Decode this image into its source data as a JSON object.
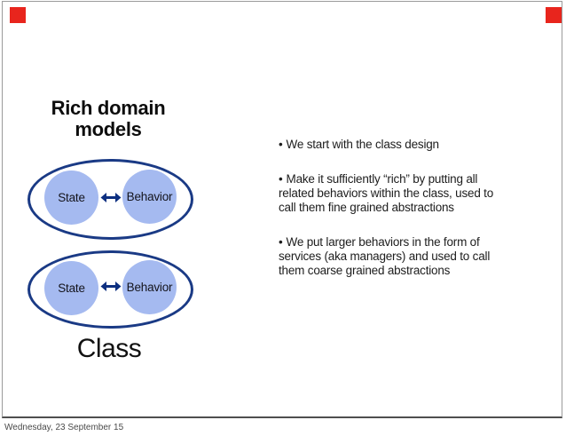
{
  "theme": {
    "slide_bg": "#ffffff",
    "border_color": "#9b9b9b",
    "border_bottom_color": "#4f4f4f",
    "marker_red": "#e8251d",
    "ellipse_border": "#1a3a85",
    "circle_fill": "#a5baf0",
    "arrow_color": "#0d2f80",
    "text_color": "#1a1a1a",
    "footer_color": "#4a4a4a"
  },
  "slide": {
    "title": {
      "line1": "Rich domain",
      "line2": "models"
    },
    "diagram": {
      "classes": [
        {
          "state": "State",
          "behavior": "Behavior"
        },
        {
          "state": "State",
          "behavior": "Behavior"
        }
      ],
      "caption": "Class"
    },
    "bullets": {
      "marker": "•",
      "items": [
        {
          "lines": [
            "We start with the class design"
          ]
        },
        {
          "lines": [
            "Make it sufficiently “rich” by putting all",
            "related behaviors within the class, used to",
            "call them fine grained abstractions"
          ]
        },
        {
          "lines": [
            "We put larger behaviors in the form of",
            "services (aka managers) and used to call",
            "them coarse grained abstractions"
          ]
        }
      ]
    }
  },
  "footer": {
    "date": "Wednesday, 23 September 15"
  }
}
